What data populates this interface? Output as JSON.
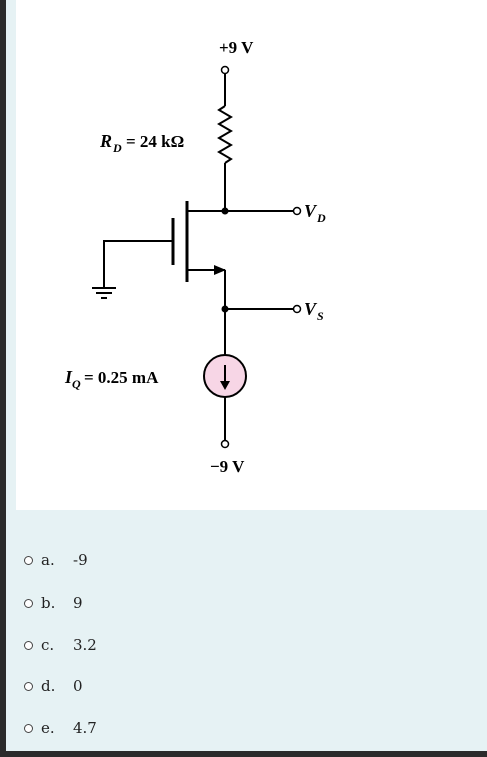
{
  "figure": {
    "vdd_label": "+9 V",
    "vss_label": "−9 V",
    "rd_label": "R_D = 24 kΩ",
    "rd_sym": "R",
    "rd_sub": "D",
    "rd_val": "= 24 kΩ",
    "iq_sym": "I",
    "iq_sub": "Q",
    "iq_val": "= 0.25 mA",
    "vd_sym": "V",
    "vd_sub": "D",
    "vs_sym": "V",
    "vs_sub": "S",
    "source_fill": "#f7d6e6"
  },
  "options": [
    {
      "letter": "a.",
      "value": "-9"
    },
    {
      "letter": "b.",
      "value": "9"
    },
    {
      "letter": "c.",
      "value": "3.2"
    },
    {
      "letter": "d.",
      "value": "0"
    },
    {
      "letter": "e.",
      "value": "4.7"
    }
  ]
}
